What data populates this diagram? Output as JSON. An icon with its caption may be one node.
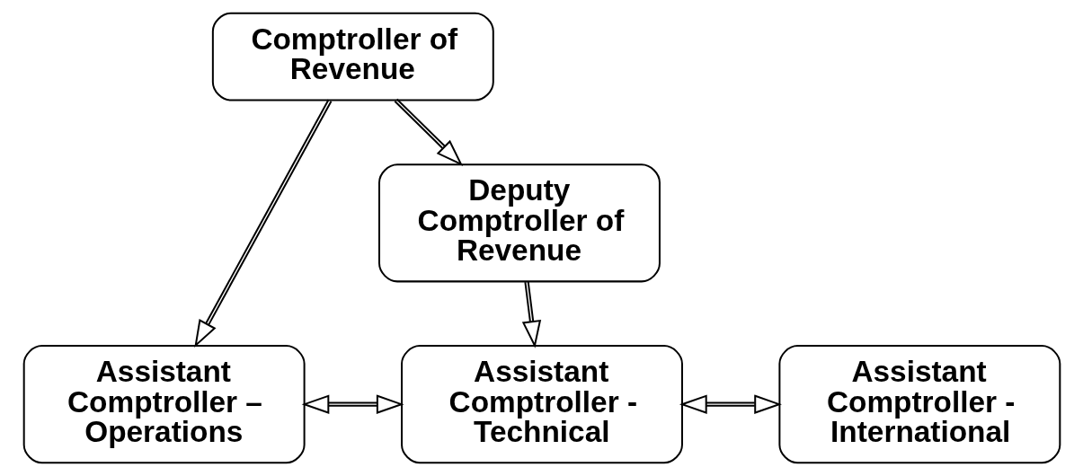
{
  "diagram": {
    "nodes": [
      {
        "text": [
          "Comptroller of Revenue"
        ]
      },
      {
        "text": [
          "Deputy Comptroller of Revenue"
        ]
      },
      {
        "text": [
          "Assistant Comptroller – Operations"
        ]
      },
      {
        "text": [
          "Assistant Comptroller - Technical"
        ]
      },
      {
        "text": [
          "Assistant Comptroller - International"
        ]
      }
    ],
    "edges": [
      {
        "from": 0,
        "to": 2,
        "arrow": "to"
      },
      {
        "from": 0,
        "to": 1,
        "arrow": "to"
      },
      {
        "from": 1,
        "to": 3,
        "arrow": "to"
      },
      {
        "from": 2,
        "to": 3,
        "arrow": "both"
      },
      {
        "from": 3,
        "to": 4,
        "arrow": "both"
      }
    ]
  }
}
